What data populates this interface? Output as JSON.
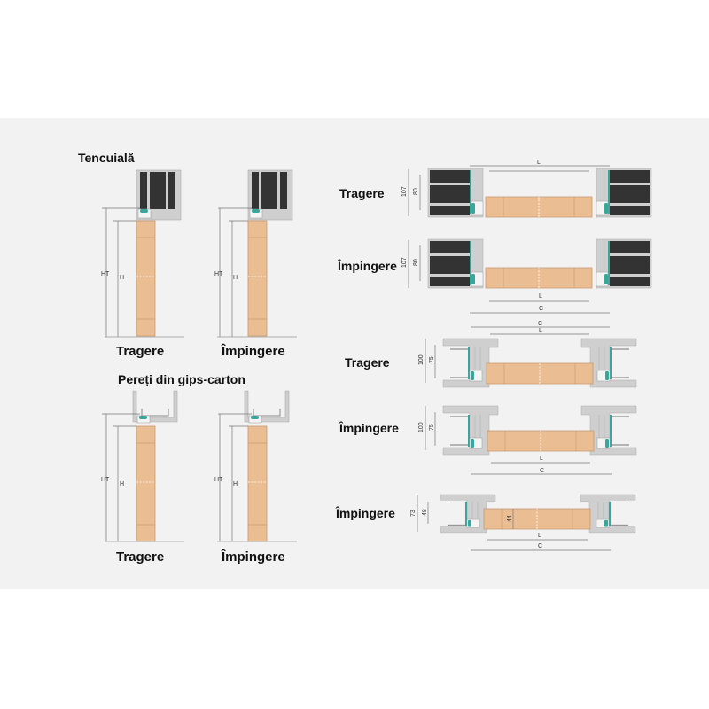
{
  "sections": {
    "plaster": "Tencuială",
    "drywall": "Pereți din gips-carton"
  },
  "labels": {
    "pull": "Tragere",
    "push": "Împingere"
  },
  "dimensions": {
    "ht": "HT",
    "h": "H",
    "l": "L",
    "c": "C",
    "plaster_total": "107",
    "plaster_inner": "80",
    "drywall_total": "100",
    "drywall_inner": "75",
    "thin_total": "73",
    "thin_inner": "48",
    "leaf": "44"
  },
  "colors": {
    "panel": "#f2f2f2",
    "wall": "#cfcfcf",
    "brick": "#333333",
    "door": "#ebbd92",
    "seal": "#3aa59a"
  }
}
